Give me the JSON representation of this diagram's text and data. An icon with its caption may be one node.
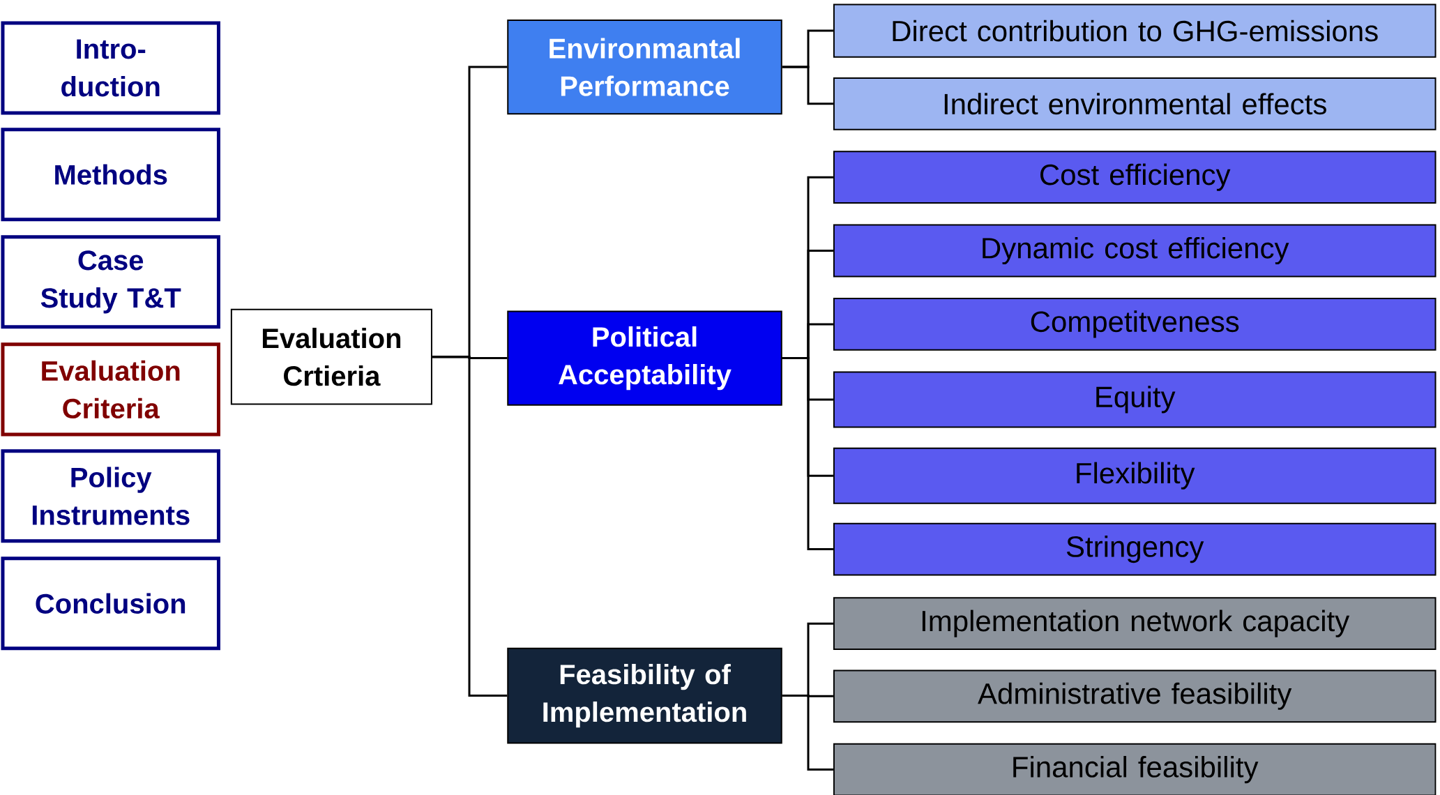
{
  "diagram": {
    "nodes": [
      {
        "text": [
          "Intro- duction"
        ]
      },
      {
        "text": [
          "Methods"
        ]
      },
      {
        "text": [
          "Case Study T&T"
        ]
      },
      {
        "text": [
          "Evaluation Criteria"
        ]
      },
      {
        "text": [
          "Policy Instruments"
        ]
      },
      {
        "text": [
          "Conclusion"
        ]
      },
      {
        "text": [
          "Evaluation Crtieria"
        ]
      },
      {
        "text": [
          "Environmantal Performance"
        ]
      },
      {
        "text": [
          "Political Acceptability"
        ]
      },
      {
        "text": [
          "Feasibility of Implementation"
        ]
      },
      {
        "text": [
          "Direct contribution to GHG-emissions"
        ]
      },
      {
        "text": [
          "Indirect environmental effects"
        ]
      },
      {
        "text": [
          "Cost efficiency"
        ]
      },
      {
        "text": [
          "Dynamic cost efficiency"
        ]
      },
      {
        "text": [
          "Competitveness"
        ]
      },
      {
        "text": [
          "Equity"
        ]
      },
      {
        "text": [
          "Flexibility"
        ]
      },
      {
        "text": [
          "Stringency"
        ]
      },
      {
        "text": [
          "Implementation network capacity"
        ]
      },
      {
        "text": [
          "Administrative feasibility"
        ]
      },
      {
        "text": [
          "Financial feasibility"
        ]
      }
    ],
    "edges": [
      {
        "from": 6,
        "to": 7,
        "arrow": "none"
      },
      {
        "from": 6,
        "to": 8,
        "arrow": "none"
      },
      {
        "from": 6,
        "to": 9,
        "arrow": "none"
      },
      {
        "from": 7,
        "to": 10,
        "arrow": "none"
      },
      {
        "from": 7,
        "to": 11,
        "arrow": "none"
      },
      {
        "from": 8,
        "to": 12,
        "arrow": "none"
      },
      {
        "from": 8,
        "to": 13,
        "arrow": "none"
      },
      {
        "from": 8,
        "to": 14,
        "arrow": "none"
      },
      {
        "from": 8,
        "to": 15,
        "arrow": "none"
      },
      {
        "from": 8,
        "to": 16,
        "arrow": "none"
      },
      {
        "from": 8,
        "to": 17,
        "arrow": "none"
      },
      {
        "from": 9,
        "to": 18,
        "arrow": "none"
      },
      {
        "from": 9,
        "to": 19,
        "arrow": "none"
      },
      {
        "from": 9,
        "to": 20,
        "arrow": "none"
      }
    ]
  }
}
